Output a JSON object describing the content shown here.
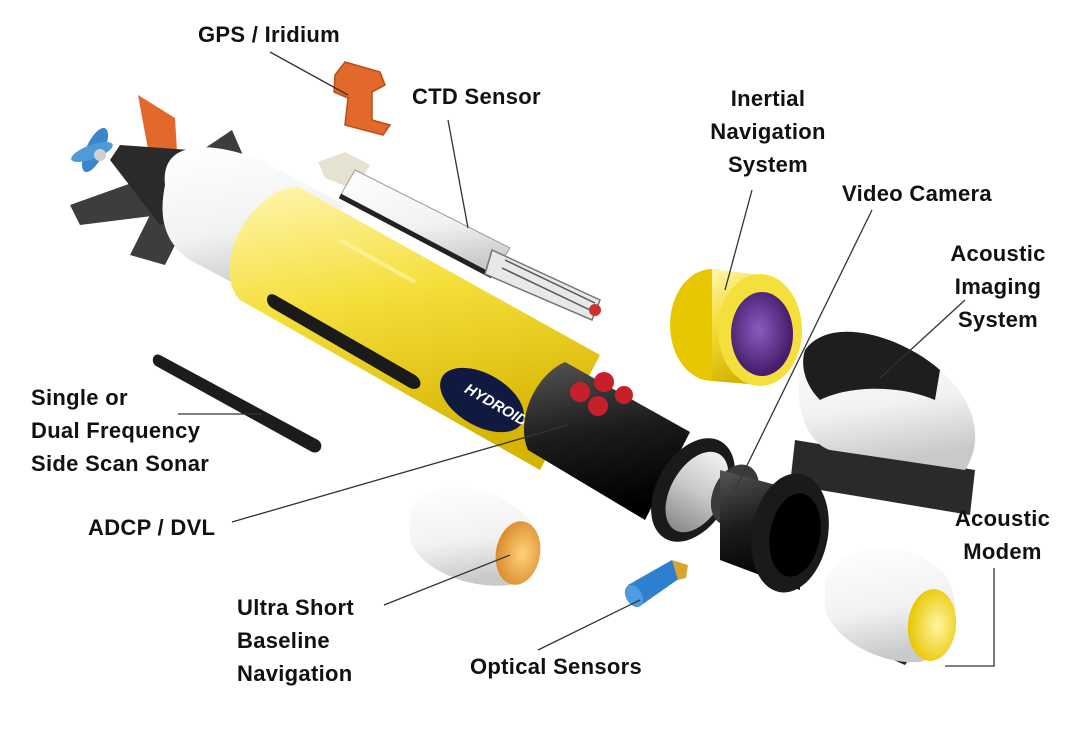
{
  "labels": {
    "gps": "GPS / Iridium",
    "ctd": "CTD Sensor",
    "ins": [
      "Inertial",
      "Navigation",
      "System"
    ],
    "camera": "Video Camera",
    "acoustic_imaging": [
      "Acoustic",
      "Imaging",
      "System"
    ],
    "sonar": [
      "Single or",
      "Dual Frequency",
      "Side Scan Sonar"
    ],
    "adcp": "ADCP / DVL",
    "acoustic_modem": [
      "Acoustic",
      "Modem"
    ],
    "usbl": [
      "Ultra Short",
      "Baseline",
      "Navigation"
    ],
    "optical": "Optical Sensors"
  },
  "logo_text": "HYDROID",
  "colors": {
    "hull_yellow": "#f5df3c",
    "nose_white": "#f4f4f4",
    "fin_dark": "#3d3d3d",
    "fin_orange": "#e2692a",
    "propeller_blue": "#3a86c8",
    "lens_purple": "#5b2a86",
    "sensor_red": "#c8202a",
    "optical_blue": "#2f7fd0",
    "line": "#333333"
  }
}
